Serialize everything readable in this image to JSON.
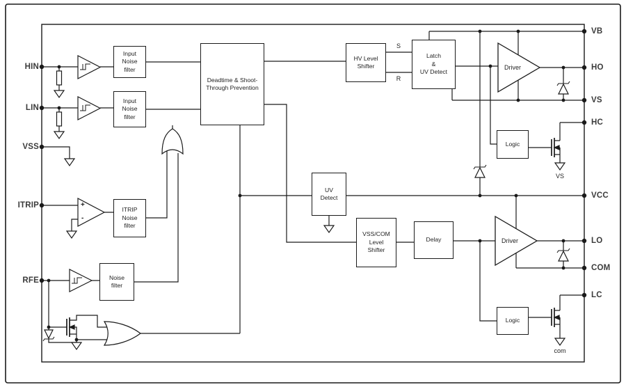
{
  "pins_left": [
    "HIN",
    "LIN",
    "VSS",
    "ITRIP",
    "RFE"
  ],
  "pins_right": [
    "VB",
    "HO",
    "VS",
    "HC",
    "VCC",
    "LO",
    "COM",
    "LC"
  ],
  "blocks": {
    "noise1": "Input\nNoise\nfilter",
    "noise2": "Input\nNoise\nfilter",
    "deadtime": "Deadtime & Shoot-\nThrough Prevention",
    "hv_level_shifter": "HV Level\nShifter",
    "latch_uv": "Latch\n&\nUV Detect",
    "logic_high": "Logic",
    "logic_low": "Logic",
    "uv_detect": "UV\nDetect",
    "vsscom_level_shifter": "VSS/COM\nLevel\nShifter",
    "delay": "Delay",
    "itrip_noise": "ITRIP\nNoise\nfilter",
    "rfe_noise": "Noise\nfilter",
    "driver_high": "Driver",
    "driver_low": "Driver"
  },
  "labels": {
    "set": "S",
    "reset": "R",
    "vs_ref": "VS",
    "com_ref": "com",
    "plus": "+",
    "minus": "-"
  },
  "colors": {
    "line": "#1a1a1a",
    "text": "#1f1f1f",
    "pin_text": "#3b3b3b",
    "background": "#ffffff"
  }
}
